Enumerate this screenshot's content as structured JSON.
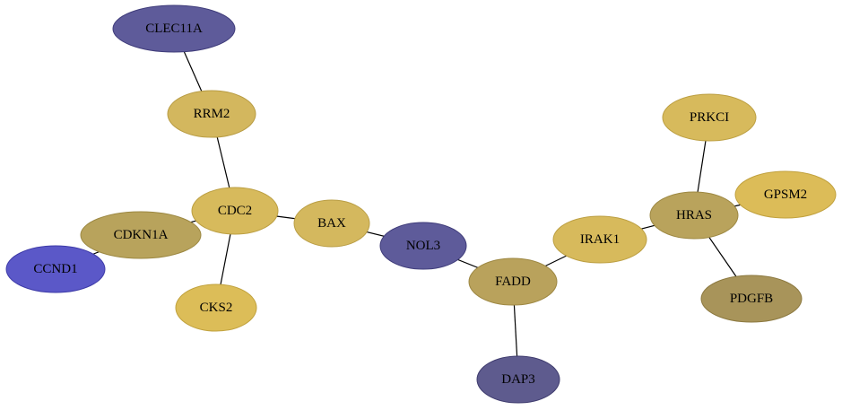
{
  "nodes": [
    {
      "id": "CLEC11A",
      "label": "CLEC11A",
      "color": "#5e5b9a",
      "stroke": "#3f3c7a"
    },
    {
      "id": "RRM2",
      "label": "RRM2",
      "color": "#d3b75e",
      "stroke": "#b89c44"
    },
    {
      "id": "CDC2",
      "label": "CDC2",
      "color": "#d7ba5c",
      "stroke": "#bc9f42"
    },
    {
      "id": "BAX",
      "label": "BAX",
      "color": "#d4b85e",
      "stroke": "#b99d44"
    },
    {
      "id": "CDKN1A",
      "label": "CDKN1A",
      "color": "#b8a35c",
      "stroke": "#9c8842"
    },
    {
      "id": "CCND1",
      "label": "CCND1",
      "color": "#5b58c8",
      "stroke": "#3e3ba8"
    },
    {
      "id": "CKS2",
      "label": "CKS2",
      "color": "#dcbd58",
      "stroke": "#c1a23e"
    },
    {
      "id": "NOL3",
      "label": "NOL3",
      "color": "#5e5b9a",
      "stroke": "#3f3c7a"
    },
    {
      "id": "FADD",
      "label": "FADD",
      "color": "#b9a25c",
      "stroke": "#9d8742"
    },
    {
      "id": "DAP3",
      "label": "DAP3",
      "color": "#5e5b8e",
      "stroke": "#3f3c6e"
    },
    {
      "id": "IRAK1",
      "label": "IRAK1",
      "color": "#d7ba5c",
      "stroke": "#bc9f42"
    },
    {
      "id": "HRAS",
      "label": "HRAS",
      "color": "#b9a35c",
      "stroke": "#9d8842"
    },
    {
      "id": "PRKCI",
      "label": "PRKCI",
      "color": "#d7ba5c",
      "stroke": "#bc9f42"
    },
    {
      "id": "GPSM2",
      "label": "GPSM2",
      "color": "#dcbc58",
      "stroke": "#c1a13e"
    },
    {
      "id": "PDGFB",
      "label": "PDGFB",
      "color": "#a8945a",
      "stroke": "#8c7940"
    }
  ],
  "edges": [
    [
      "CLEC11A",
      "RRM2"
    ],
    [
      "RRM2",
      "CDC2"
    ],
    [
      "CDC2",
      "BAX"
    ],
    [
      "CDC2",
      "CDKN1A"
    ],
    [
      "CDC2",
      "CKS2"
    ],
    [
      "CDKN1A",
      "CCND1"
    ],
    [
      "BAX",
      "NOL3"
    ],
    [
      "NOL3",
      "FADD"
    ],
    [
      "FADD",
      "DAP3"
    ],
    [
      "FADD",
      "IRAK1"
    ],
    [
      "IRAK1",
      "HRAS"
    ],
    [
      "HRAS",
      "PRKCI"
    ],
    [
      "HRAS",
      "GPSM2"
    ],
    [
      "HRAS",
      "PDGFB"
    ]
  ]
}
